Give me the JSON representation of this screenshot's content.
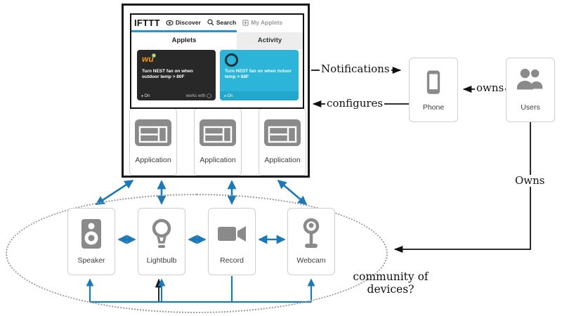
{
  "ifttt_app": {
    "logo": "IFTTT",
    "nav": [
      {
        "label": "Discover",
        "icon": "eye-icon"
      },
      {
        "label": "Search",
        "icon": "search-icon"
      },
      {
        "label": "My Applets",
        "icon": "grid-icon"
      }
    ],
    "tabs": [
      {
        "label": "Applets",
        "active": true
      },
      {
        "label": "Activity",
        "active": false
      }
    ],
    "applets": [
      {
        "service": "wu",
        "title": "Turn NEST fan on when outdoor temp > 80F",
        "status": "On",
        "works_with_label": "works with",
        "theme": "dark"
      },
      {
        "service": "nest",
        "title": "Turn NEST fan on when indoor temp > 68F",
        "status": "On",
        "theme": "cyan"
      }
    ]
  },
  "applications": {
    "labels": [
      "Application",
      "Application",
      "Application"
    ]
  },
  "actors": {
    "phone": {
      "label": "Phone"
    },
    "users": {
      "label": "Users"
    }
  },
  "devices": [
    {
      "label": "Speaker",
      "icon": "speaker-icon"
    },
    {
      "label": "Lightbulb",
      "icon": "lightbulb-icon"
    },
    {
      "label": "Record",
      "icon": "video-camera-icon"
    },
    {
      "label": "Webcam",
      "icon": "webcam-icon"
    }
  ],
  "relations": {
    "notifications": "Notifications",
    "configures": "configures",
    "owns_phone": "owns",
    "owns_devices": "Owns"
  },
  "community_caption": "community of\ndevices?",
  "colors": {
    "arrow_blue": "#1b79b8",
    "arrow_black": "#111111",
    "accent_cyan": "#2cb5d9",
    "tab_indicator": "#2196d3",
    "dark_card": "#282828",
    "icon_gray": "#8a8a8a",
    "ellipse_dots": "#9a9a9a"
  }
}
